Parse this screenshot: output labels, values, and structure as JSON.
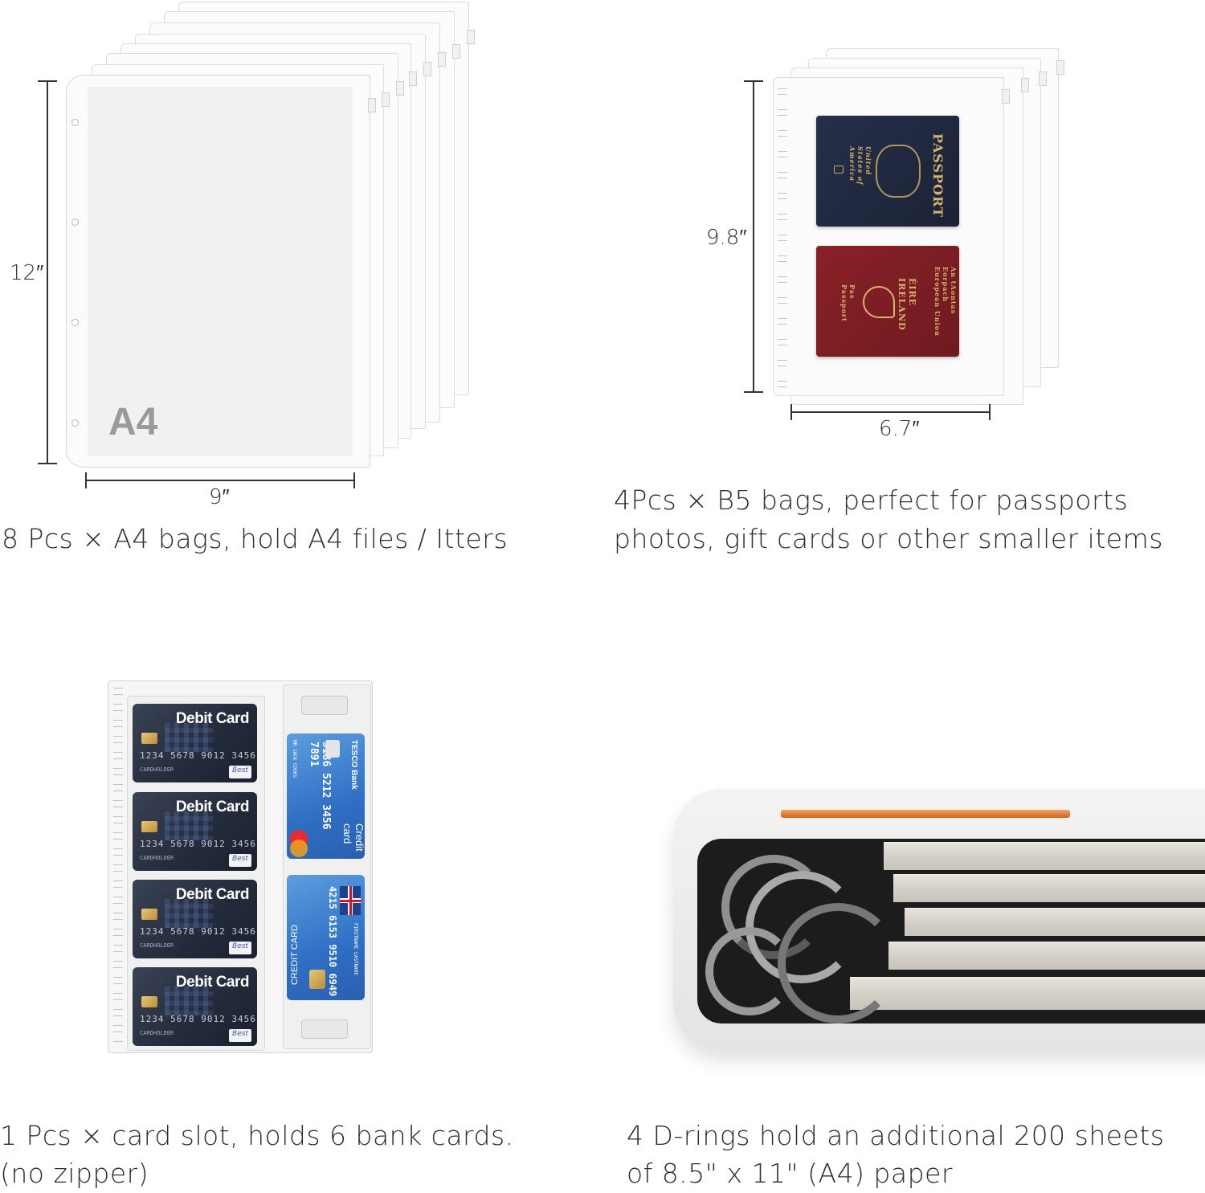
{
  "panel_a4": {
    "height_label": "12″",
    "width_label": "9″",
    "sheet_label": "A4",
    "caption": "8 Pcs × A4 bags, hold A4 files / Itters"
  },
  "panel_b5": {
    "height_label": "9.8″",
    "width_label": "6.7″",
    "caption_line1": "4Pcs × B5 bags, perfect for passports",
    "caption_line2": "photos, gift cards or other smaller items",
    "passport_us": {
      "title": "PASSPORT",
      "country": "United States of America"
    },
    "passport_ie": {
      "title": "ÉIRE IRELAND",
      "sub": "An tAontas Eorpach European Union",
      "type": "Pas Passport"
    }
  },
  "panel_cards": {
    "debit_cards": [
      {
        "title": "Debit Card",
        "number": "1234 5678 9012 3456",
        "holder": "CARDHOLDER",
        "badge": "Best"
      },
      {
        "title": "Debit Card",
        "number": "1234 5678 9012 3456",
        "holder": "CARDHOLDER",
        "badge": "Best"
      },
      {
        "title": "Debit Card",
        "number": "1234 5678 9012 3456",
        "holder": "CARDHOLDER",
        "badge": "Best"
      },
      {
        "title": "Debit Card",
        "number": "1234 5678 9012 3456",
        "holder": "CARDHOLDER",
        "badge": "Best"
      }
    ],
    "tesco_card": {
      "bank": "TESCO Bank",
      "type": "Credit card",
      "number": "5186 5212 3456 7891",
      "holder": "MR JACK COOKS"
    },
    "uk_card": {
      "label": "CREDIT CARD",
      "number": "4215 6153 9510 6949",
      "holder": "FIRSTNAME LASTNAME"
    },
    "caption_line1": "1 Pcs × card slot, holds 6 bank cards.",
    "caption_line2": "(no zipper)"
  },
  "panel_binder": {
    "caption_line1": "4 D-rings hold an additional 200 sheets",
    "caption_line2": "of 8.5\" x 11\" (A4) paper",
    "accent_color": "#e07a2e"
  }
}
